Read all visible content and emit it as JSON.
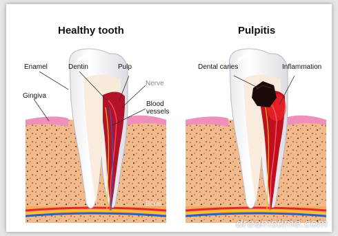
{
  "left_panel": {
    "title": "Healthy tooth",
    "labels": {
      "enamel": "Enamel",
      "dentin": "Dentin",
      "pulp": "Pulp",
      "nerve": "Nerve",
      "gingiva": "Gingiva",
      "blood_vessels_line1": "Blood",
      "blood_vessels_line2": "vessels",
      "bone": "Bone"
    }
  },
  "right_panel": {
    "title": "Pulpitis",
    "labels": {
      "dental_caries": "Dental caries",
      "inflammation": "Inflammation"
    }
  },
  "watermark": "dreamstime.com",
  "colors": {
    "bone_fill": "#f2b98a",
    "gum_pink": "#e86aa8",
    "pulp_red": "#b3122a",
    "caries_black": "#1a0a0a",
    "enamel_white": "#ffffff",
    "dentin_cream": "#f8ead8",
    "artery_red": "#e0282c",
    "vein_blue": "#2e5fb5",
    "nerve_yellow": "#f4c814"
  }
}
